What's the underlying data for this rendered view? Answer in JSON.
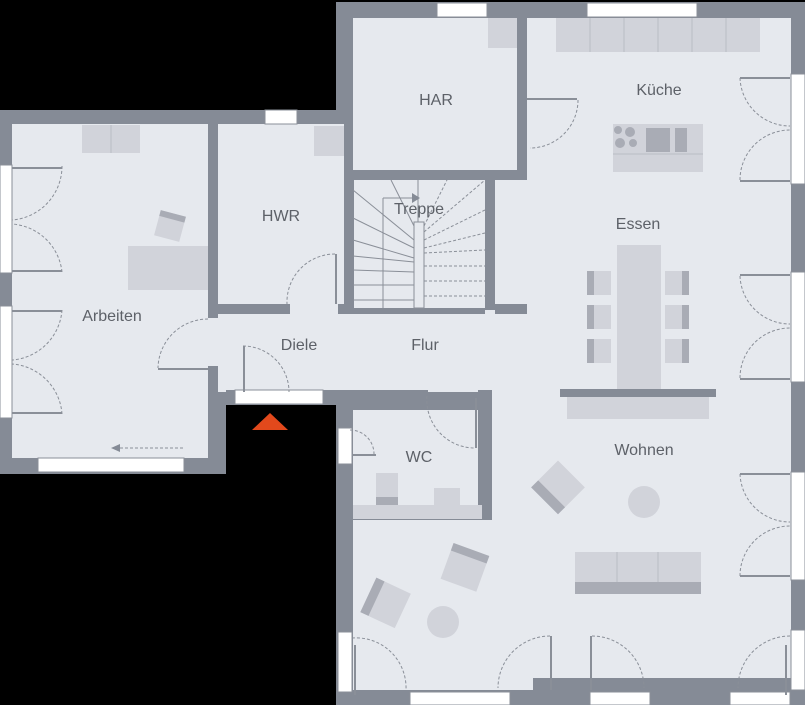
{
  "colors": {
    "background": "#000000",
    "floor": "#e6e9ee",
    "wall": "#858b96",
    "furniture": "#d1d3da",
    "furniture_dark": "#a9acb5",
    "window": "#ffffff",
    "line": "#8a8f98",
    "entrance_marker": "#e2491c"
  },
  "rooms": {
    "arbeiten": "Arbeiten",
    "hwr": "HWR",
    "har": "HAR",
    "kueche": "Küche",
    "treppe": "Treppe",
    "essen": "Essen",
    "diele": "Diele",
    "flur": "Flur",
    "wc": "WC",
    "wohnen": "Wohnen"
  },
  "entrance": {
    "icon": "entrance-arrow-icon"
  }
}
